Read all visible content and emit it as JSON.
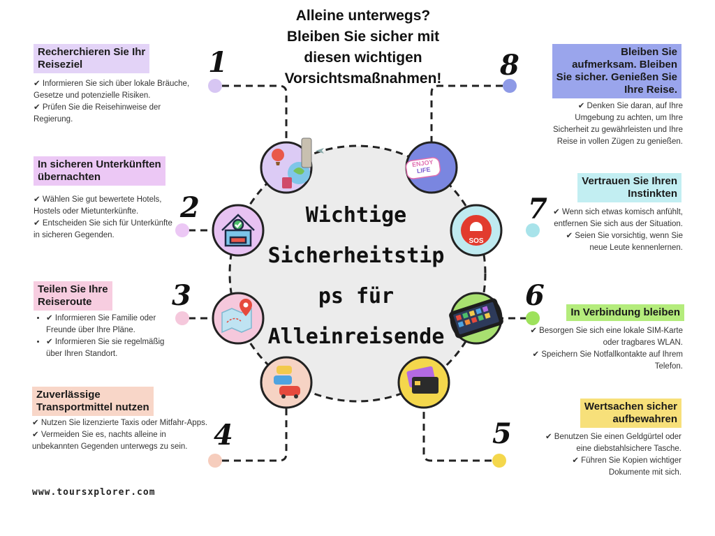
{
  "title": {
    "lines": [
      "Alleine unterwegs?",
      "Bleiben Sie sicher mit",
      "diesen wichtigen",
      "Vorsichtsmaßnahmen!"
    ]
  },
  "center": {
    "lines": [
      "Wichtige",
      "Sicherheitstip",
      "ps für",
      "Alleinreisende"
    ]
  },
  "footer": "www.toursxplorer.com",
  "icons": {
    "sos_label": "SOS",
    "enjoy_label_1": "ENJOY",
    "enjoy_label_2": "LIFE"
  },
  "colors": {
    "tip1": "#e3d3f7",
    "tip2": "#ecc8f5",
    "tip3": "#f7cde0",
    "tip4": "#f8d6c8",
    "tip5": "#f7e07a",
    "tip6": "#b4ec7c",
    "tip7": "#c2eef2",
    "tip8": "#9aa5ec"
  },
  "tips": [
    {
      "number": "1",
      "heading": [
        "Recherchieren Sie Ihr",
        "Reiseziel"
      ],
      "lines": [
        "✔ Informieren Sie sich über lokale Bräuche,",
        "Gesetze und potenzielle Risiken.",
        "✔ Prüfen Sie die Reisehinweise der",
        "Regierung."
      ]
    },
    {
      "number": "2",
      "heading": [
        "In sicheren Unterkünften",
        "übernachten"
      ],
      "lines": [
        "✔ Wählen Sie gut bewertete Hotels,",
        "Hostels oder Mietunterkünfte.",
        "✔ Entscheiden Sie sich für Unterkünfte",
        "in sicheren Gegenden."
      ]
    },
    {
      "number": "3",
      "heading": [
        "Teilen Sie Ihre",
        "Reiseroute"
      ],
      "bullets": [
        [
          "✔ Informieren Sie Familie oder",
          "Freunde über Ihre Pläne."
        ],
        [
          "✔ Informieren Sie sie regelmäßig",
          "über Ihren Standort."
        ]
      ]
    },
    {
      "number": "4",
      "heading": [
        "Zuverlässige",
        "Transportmittel nutzen"
      ],
      "lines": [
        "✔ Nutzen Sie lizenzierte Taxis oder Mitfahr-Apps.",
        "✔ Vermeiden Sie es, nachts alleine in",
        "unbekannten Gegenden unterwegs zu sein."
      ]
    },
    {
      "number": "5",
      "heading": [
        "Wertsachen sicher",
        "aufbewahren"
      ],
      "lines": [
        "✔ Benutzen Sie einen Geldgürtel oder",
        "eine diebstahlsichere Tasche.",
        "✔ Führen Sie Kopien wichtiger",
        "Dokumente mit sich."
      ]
    },
    {
      "number": "6",
      "heading": [
        "In Verbindung bleiben"
      ],
      "lines": [
        "✔ Besorgen Sie sich eine lokale SIM-Karte",
        "oder tragbares WLAN.",
        "✔ Speichern Sie Notfallkontakte auf Ihrem",
        "Telefon."
      ]
    },
    {
      "number": "7",
      "heading": [
        "Vertrauen Sie Ihren",
        "Instinkten"
      ],
      "lines": [
        "✔ Wenn sich etwas komisch anfühlt,",
        "entfernen Sie sich aus der Situation.",
        "✔ Seien Sie vorsichtig, wenn Sie",
        "neue Leute kennenlernen."
      ]
    },
    {
      "number": "8",
      "heading": [
        "Bleiben Sie",
        "aufmerksam. Bleiben",
        "Sie sicher. Genießen Sie",
        "Ihre Reise."
      ],
      "lines": [
        "✔ Denken Sie daran, auf Ihre",
        "Umgebung zu achten, um Ihre",
        "Sicherheit zu gewährleisten und Ihre",
        "Reise in vollen Zügen zu genießen."
      ]
    }
  ]
}
